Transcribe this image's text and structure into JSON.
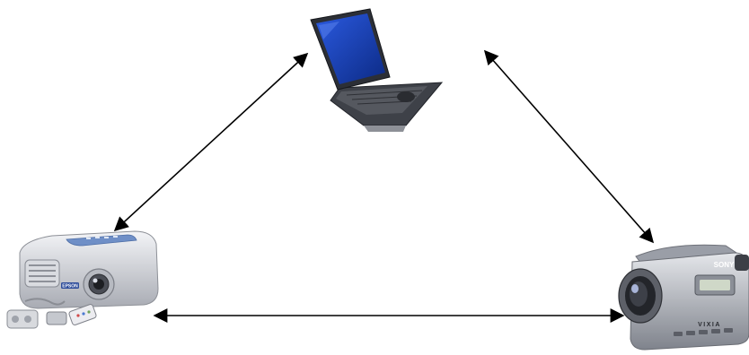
{
  "diagram": {
    "nodes": [
      {
        "id": "laptop",
        "name": "laptop",
        "icon": "laptop-icon"
      },
      {
        "id": "projector",
        "name": "projector",
        "icon": "projector-icon"
      },
      {
        "id": "camcorder",
        "name": "camcorder",
        "icon": "camcorder-icon"
      }
    ],
    "links": [
      {
        "from": "laptop",
        "to": "projector",
        "direction": "bidirectional"
      },
      {
        "from": "laptop",
        "to": "camcorder",
        "direction": "bidirectional"
      },
      {
        "from": "projector",
        "to": "camcorder",
        "direction": "bidirectional"
      }
    ],
    "colors": {
      "background": "#ffffff",
      "arrow": "#000000",
      "laptop_screen": "#1f44b8",
      "laptop_body": "#3a3d44",
      "device_silver": "#c9cbd0",
      "projector_panel": "#6f8fc7",
      "camcorder_body": "#b9bcc4"
    },
    "labels": {
      "projector_brand": "EPSON",
      "camcorder_brand": "SONY",
      "camcorder_model": "VIXIA"
    }
  }
}
